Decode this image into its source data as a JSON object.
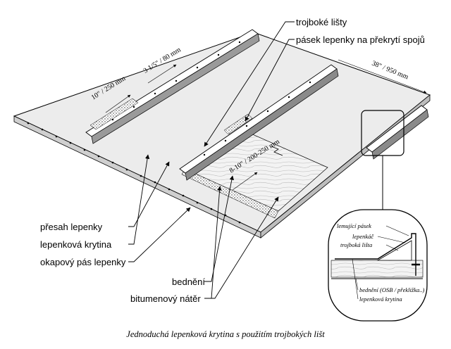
{
  "labels": {
    "trojboke_listy": "trojboké lišty",
    "pasek": "pásek lepenky na překrytí spojů",
    "presah": "přesah lepenky",
    "krytina": "lepenková krytina",
    "okapovy": "okapový pás lepenky",
    "bedneni": "bednění",
    "bitumen": "bitumenový nátěr"
  },
  "dimensions": {
    "d1": "3 1/5\" / 80 mm",
    "d2": "10\" / 250 mm",
    "d3": "38\" / 950 mm",
    "d4": "8-10\" / 200-250 mm"
  },
  "inset": {
    "lemujici": "lemující pásek",
    "lepenkac": "lepenkáč",
    "trojboka": "trojboká lišta",
    "bedneni": "bednění (OSB / překližka..)",
    "krytina": "lepenková krytina"
  },
  "caption": "Jednoduchá lepenková krytina s použitím trojbokých lišt"
}
